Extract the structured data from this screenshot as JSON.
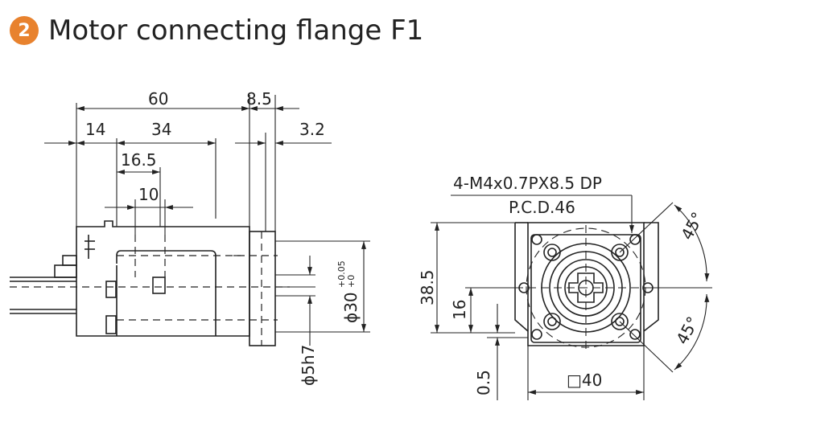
{
  "title": {
    "number": "2",
    "text": "Motor connecting flange F1"
  },
  "side_view": {
    "dim_60": "60",
    "dim_8_5": "8.5",
    "dim_14": "14",
    "dim_34": "34",
    "dim_3_2": "3.2",
    "dim_16_5": "16.5",
    "dim_10": "10",
    "dim_phi30": "ϕ30",
    "dim_phi30_tol_upper": "+0.05",
    "dim_phi30_tol_lower": "+0",
    "dim_phi5h7": "ϕ5h7"
  },
  "front_view": {
    "hole_spec": "4-M4x0.7PX8.5 DP",
    "pcd": "P.C.D.46",
    "dim_38_5": "38.5",
    "dim_16": "16",
    "dim_0_5": "0.5",
    "dim_square_40": "□40",
    "angle_top": "45°",
    "angle_bottom": "45°"
  },
  "colors": {
    "badge": "#e8822e",
    "line": "#222222"
  }
}
